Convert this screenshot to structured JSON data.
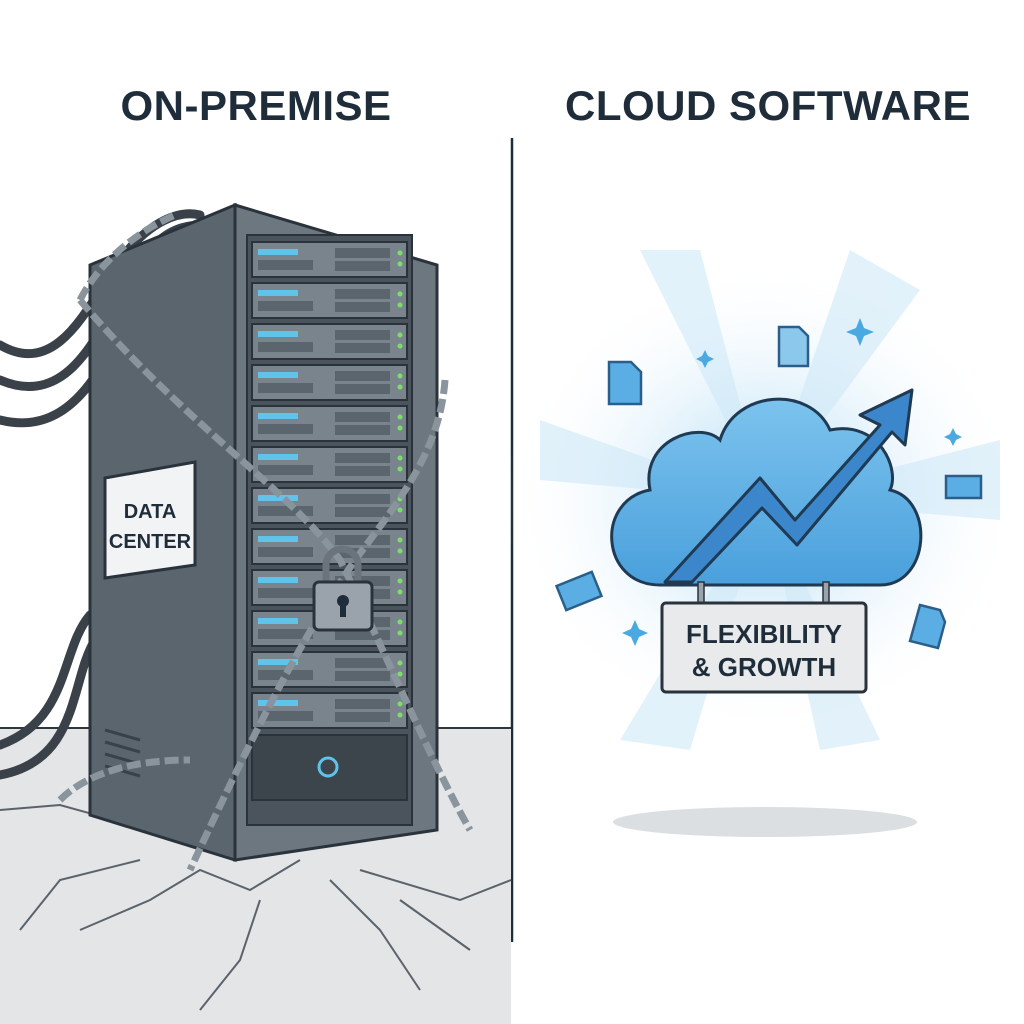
{
  "left_panel": {
    "title": "ON-PREMISE",
    "server_label_line1": "DATA",
    "server_label_line2": "CENTER"
  },
  "right_panel": {
    "title": "CLOUD SOFTWARE",
    "sign_line1": "FLEXIBILITY",
    "sign_line2": "& GROWTH"
  },
  "colors": {
    "title": "#1f2d3b",
    "cloud": "#5aaee3",
    "arrow": "#3c87cc",
    "server": "#5f6a73",
    "floor": "#e3e5e7"
  }
}
